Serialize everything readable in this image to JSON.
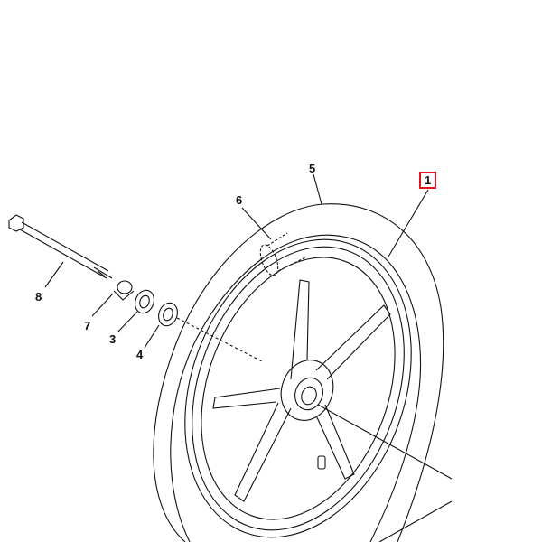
{
  "diagram": {
    "type": "exploded parts diagram",
    "subject": "Front wheel assembly",
    "highlight_color": "#e0141e",
    "callouts": [
      {
        "id": "1",
        "label": "1",
        "part": "wheel rim",
        "highlighted": true
      },
      {
        "id": "3",
        "label": "3",
        "part": "bearing (outer)",
        "highlighted": false
      },
      {
        "id": "4",
        "label": "4",
        "part": "bearing (inner)",
        "highlighted": false
      },
      {
        "id": "5",
        "label": "5",
        "part": "tire",
        "highlighted": false
      },
      {
        "id": "6",
        "label": "6",
        "part": "inner tube",
        "highlighted": false
      },
      {
        "id": "7",
        "label": "7",
        "part": "spacer/collar",
        "highlighted": false
      },
      {
        "id": "8",
        "label": "8",
        "part": "axle bolt",
        "highlighted": false
      }
    ]
  }
}
